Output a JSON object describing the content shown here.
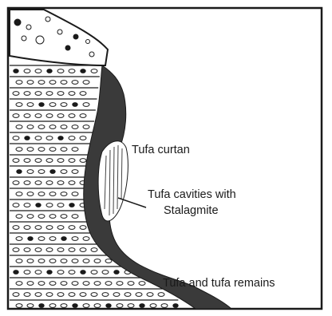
{
  "diagram": {
    "labels": {
      "tufa_curtain": "Tufa curtan",
      "tufa_cavities": "Tufa cavities with",
      "stalagmite": "Stalagmite",
      "tufa_remains": "Tufa and tufa remains"
    },
    "colors": {
      "ink": "#1a1a1a",
      "tufa": "#3a3a3a",
      "cavity": "#ffffff",
      "background": "#ffffff"
    }
  }
}
